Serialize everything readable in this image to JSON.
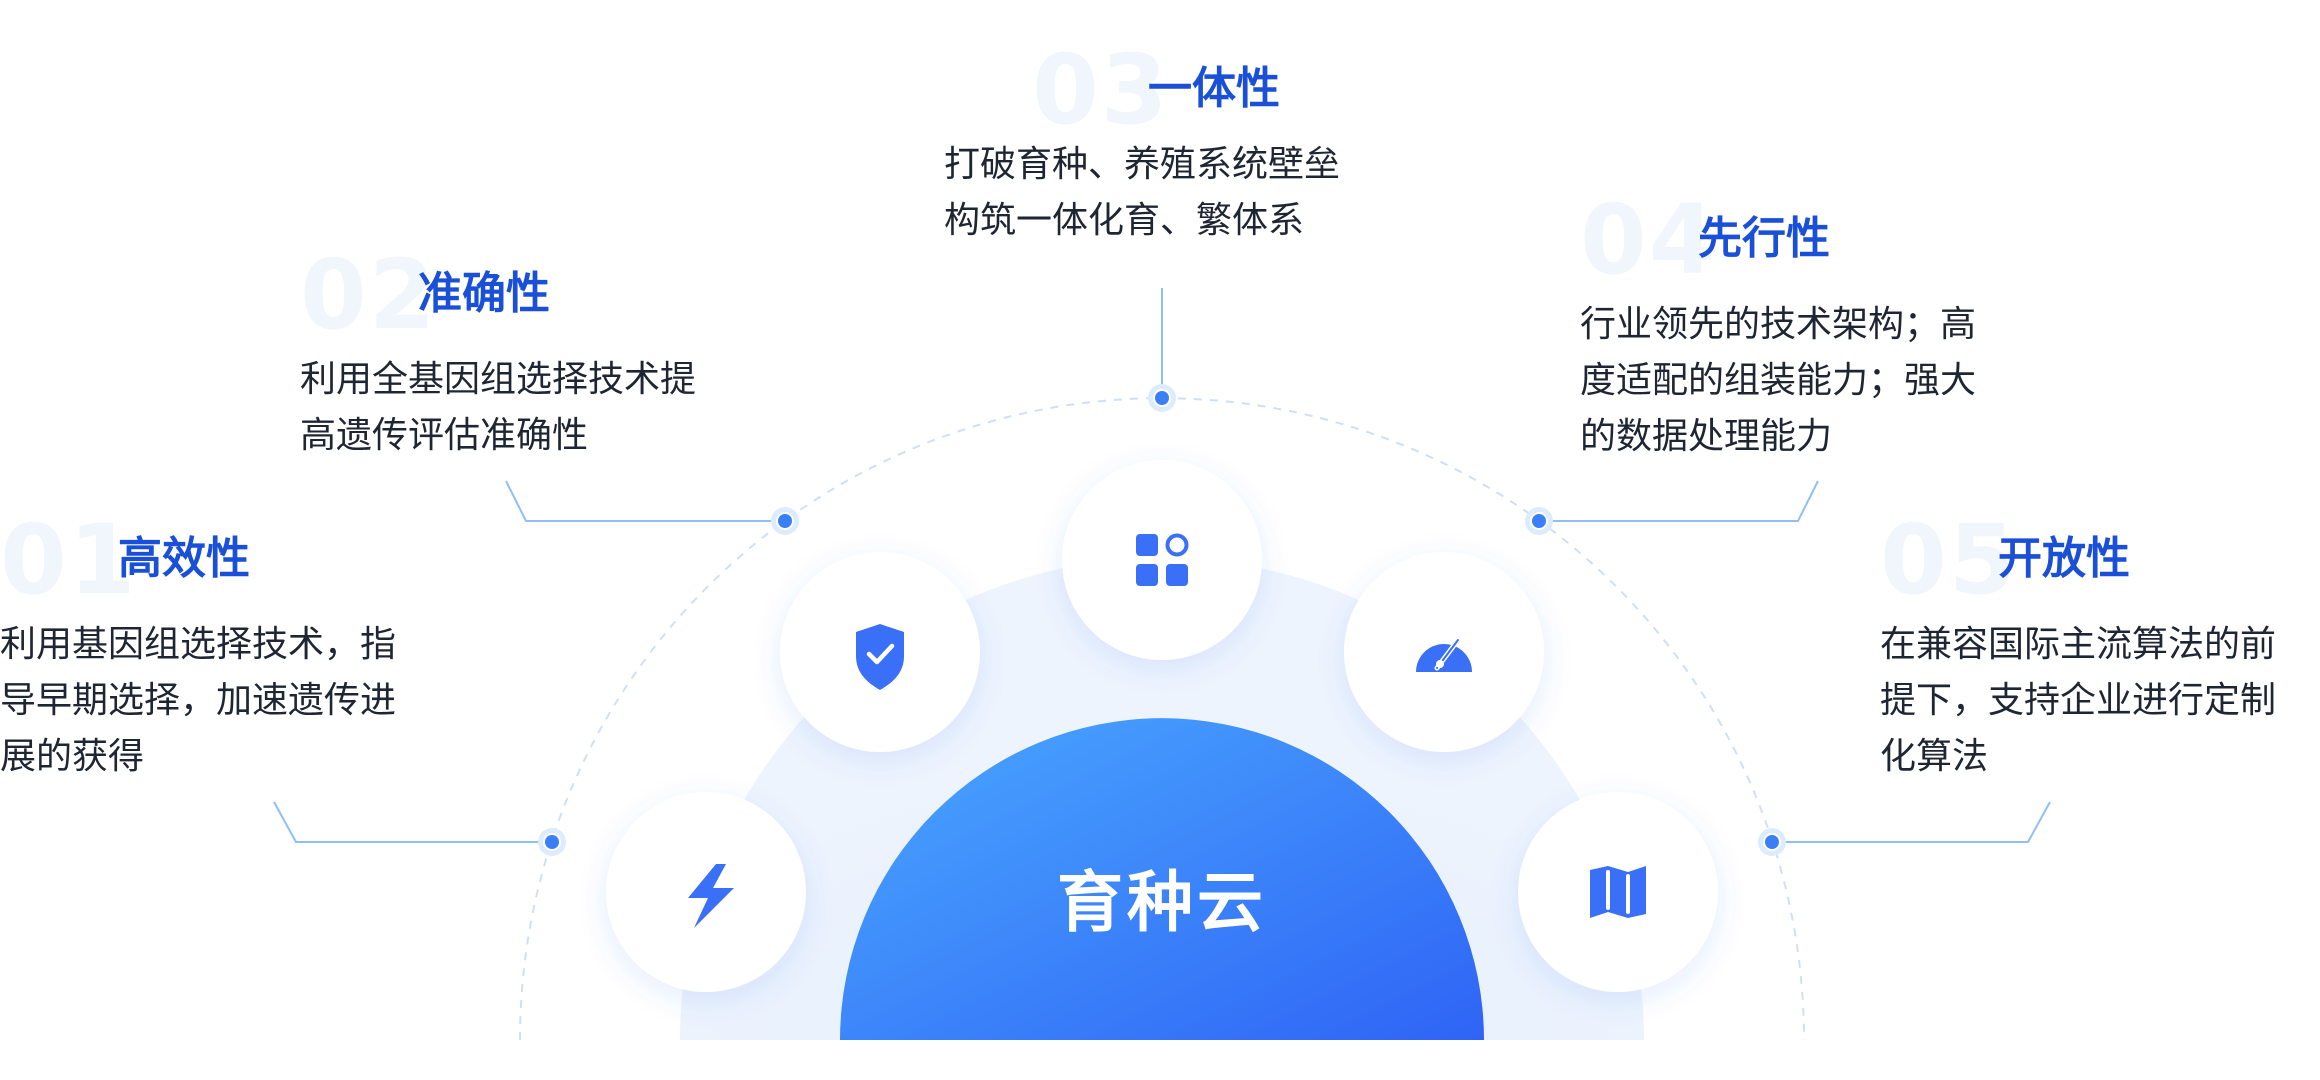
{
  "center": {
    "label": "育种云"
  },
  "features": [
    {
      "number": "01",
      "title": "高效性",
      "lines": [
        "利用基因组选择技术，指",
        "导早期选择，加速遗传进",
        "展的获得"
      ],
      "icon": "lightning-icon"
    },
    {
      "number": "02",
      "title": "准确性",
      "lines": [
        "利用全基因组选择技术提",
        "高遗传评估准确性"
      ],
      "icon": "shield-check-icon"
    },
    {
      "number": "03",
      "title": "一体性",
      "lines": [
        "打破育种、养殖系统壁垒",
        "构筑一体化育、繁体系"
      ],
      "icon": "apps-grid-icon"
    },
    {
      "number": "04",
      "title": "先行性",
      "lines": [
        "行业领先的技术架构；高",
        "度适配的组装能力；强大",
        "的数据处理能力"
      ],
      "icon": "speedometer-icon"
    },
    {
      "number": "05",
      "title": "开放性",
      "lines": [
        "在兼容国际主流算法的前",
        "提下，支持企业进行定制",
        "化算法"
      ],
      "icon": "map-icon"
    }
  ],
  "colors": {
    "accent": "#1a4fd8",
    "gradient_start": "#4aa8ff",
    "gradient_end": "#2f64f5",
    "icon": "#3a6ff7",
    "inner_glow": "#eaf2fd",
    "connector": "#8fbff5",
    "dashed_arc": "#cfe0f6",
    "number_watermark": "#f1f6fd",
    "text": "#1f2633"
  }
}
